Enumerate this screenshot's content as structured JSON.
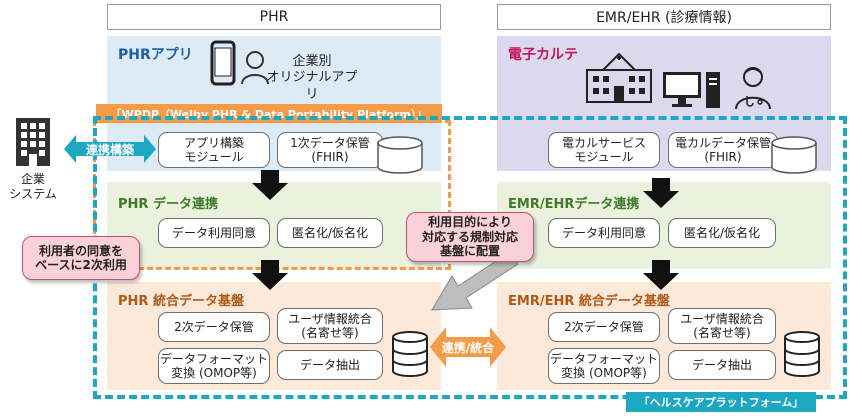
{
  "headers": {
    "phr": "PHR",
    "emr": "EMR/EHR (診療情報)"
  },
  "phr_app": {
    "title": "PHRアプリ",
    "corp_app": "企業別\nオリジナルアプリ"
  },
  "emr_top": {
    "title": "電子カルテ"
  },
  "wpdp_label": "「WPDP（Welby PHR & Data Portability Platform）」",
  "left": {
    "connect": "連携構築",
    "corp_system": "企業\nシステム"
  },
  "phr_top_boxes": {
    "app_module": "アプリ構築\nモジュール",
    "fhir_store": "1次データ保管\n(FHIR)"
  },
  "emr_top_boxes": {
    "service_module": "電カルサービス\nモジュール",
    "fhir_store": "電カルデータ保管\n(FHIR)"
  },
  "phr_link": {
    "title": "PHR データ連携",
    "consent": "データ利用同意",
    "anon": "匿名化/仮名化"
  },
  "emr_link": {
    "title": "EMR/EHRデータ連携",
    "consent": "データ利用同意",
    "anon": "匿名化/仮名化"
  },
  "callouts": {
    "consent_secondary": "利用者の同意を\nベースに2次利用",
    "regulation": "利用目的により\n対応する規制対応\n基盤に配置"
  },
  "phr_base": {
    "title": "PHR 統合データ基盤",
    "secondary": "2次データ保管",
    "merge": "ユーザ情報統合\n(名寄せ等)",
    "format": "データフォーマット\n変換 (OMOP等)",
    "extract": "データ抽出"
  },
  "emr_base": {
    "title": "EMR/EHR 統合データ基盤",
    "secondary": "2次データ保管",
    "merge": "ユーザ情報統合\n(名寄せ等)",
    "format": "データフォーマット\n変換 (OMOP等)",
    "extract": "データ抽出"
  },
  "link_integrate": "連携/統合",
  "healthcare_label": "「ヘルスケアプラットフォーム」",
  "colors": {
    "phr_title": "#1f5fa8",
    "emr_title": "#c4175a",
    "orange": "#f39b47",
    "teal": "#1ea7c2",
    "green_title": "#3f7a2a",
    "peach_title": "#b05a16"
  }
}
